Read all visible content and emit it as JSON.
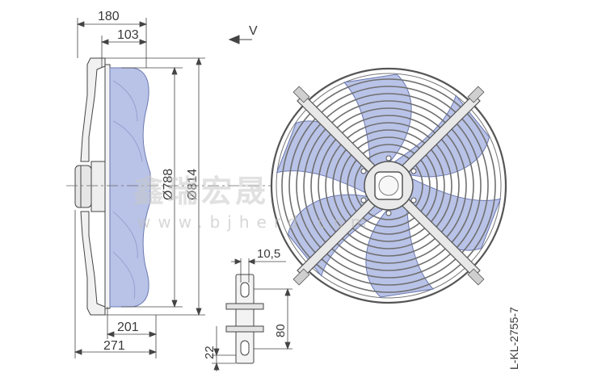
{
  "dimensions": {
    "overall_depth": "180",
    "hub_depth": "103",
    "airflow_label": "V",
    "blade_diameter": "Ø788",
    "guard_diameter": "Ø814",
    "mount_offset": "201",
    "total_width": "271",
    "bracket_thickness": "10,5",
    "hole_spacing": "80",
    "bracket_gap": "22"
  },
  "reference_code": "L-KL-2755-7",
  "watermark": {
    "text": "鑫瑞宏晟",
    "url": "www.bjherd.com"
  },
  "colors": {
    "blade_fill": "#b9c3e8",
    "blade_stroke": "#6b78b0",
    "line": "#444444",
    "guard_ring": "#707070"
  }
}
